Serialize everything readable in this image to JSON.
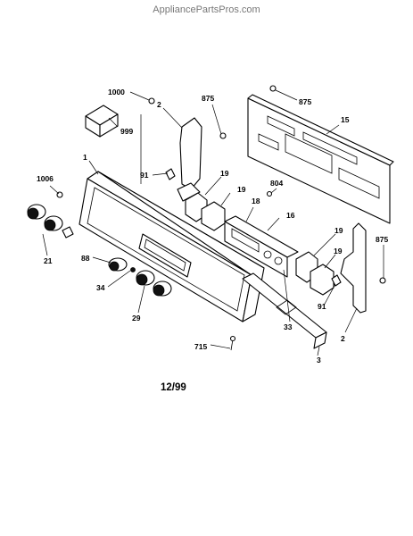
{
  "watermark": "AppliancePartsPros.com",
  "date_code": "12/99",
  "labels": {
    "p1000": "1000",
    "p875a": "875",
    "p875b": "875",
    "p875c": "875",
    "p2a": "2",
    "p2b": "2",
    "p15": "15",
    "p999": "999",
    "p1": "1",
    "p91a": "91",
    "p91b": "91",
    "p19a": "19",
    "p19b": "19",
    "p19c": "19",
    "p19d": "19",
    "p1006": "1006",
    "p804": "804",
    "p18": "18",
    "p16": "16",
    "p21": "21",
    "p88": "88",
    "p34": "34",
    "p29": "29",
    "p33": "33",
    "p715": "715",
    "p3": "3"
  }
}
